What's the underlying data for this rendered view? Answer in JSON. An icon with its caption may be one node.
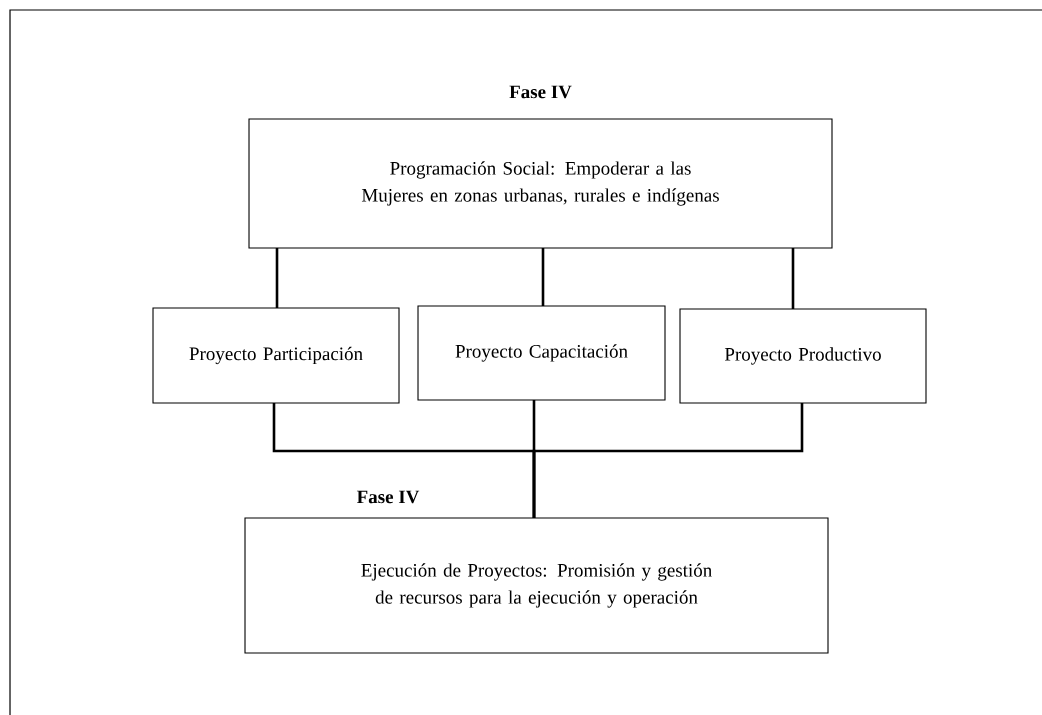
{
  "diagram": {
    "nodes": [
      {
        "text": [
          "Fase IV",
          "Programación Social: Empoderar a las Mujeres en zonas urbanas, rurales e indígenas"
        ]
      },
      {
        "text": [
          "Proyecto Participación"
        ]
      },
      {
        "text": [
          "Proyecto Capacitación"
        ]
      },
      {
        "text": [
          "Proyecto Productivo"
        ]
      },
      {
        "text": [
          "Fase IV",
          "Ejecución de Proyectos: Promisión y gestión de recursos para la ejecución y operación"
        ]
      }
    ],
    "edges": [
      {
        "from": 0,
        "to": 1,
        "arrow": "none"
      },
      {
        "from": 0,
        "to": 2,
        "arrow": "none"
      },
      {
        "from": 0,
        "to": 3,
        "arrow": "none"
      },
      {
        "from": 1,
        "to": 4,
        "arrow": "none"
      },
      {
        "from": 2,
        "to": 4,
        "arrow": "none"
      },
      {
        "from": 3,
        "to": 4,
        "arrow": "none"
      }
    ]
  }
}
